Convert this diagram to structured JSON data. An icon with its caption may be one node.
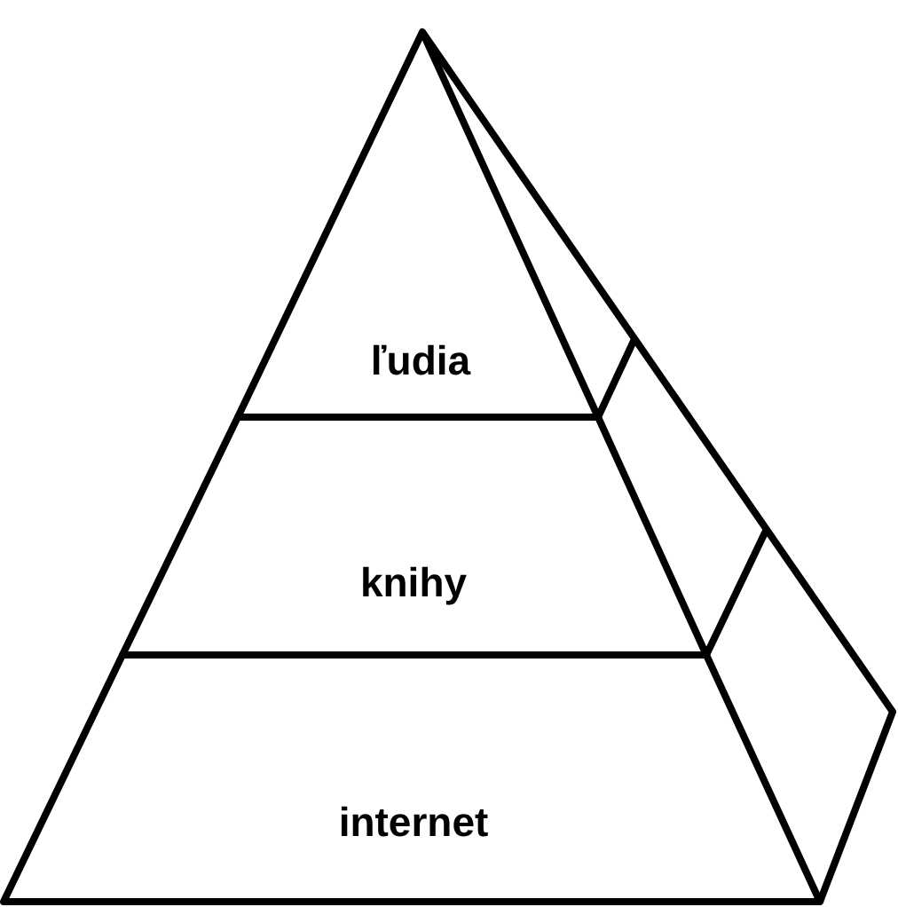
{
  "diagram": {
    "nodes": [
      {
        "text": [
          "ľudia"
        ]
      },
      {
        "text": [
          "knihy"
        ]
      },
      {
        "text": [
          "internet"
        ]
      }
    ]
  }
}
